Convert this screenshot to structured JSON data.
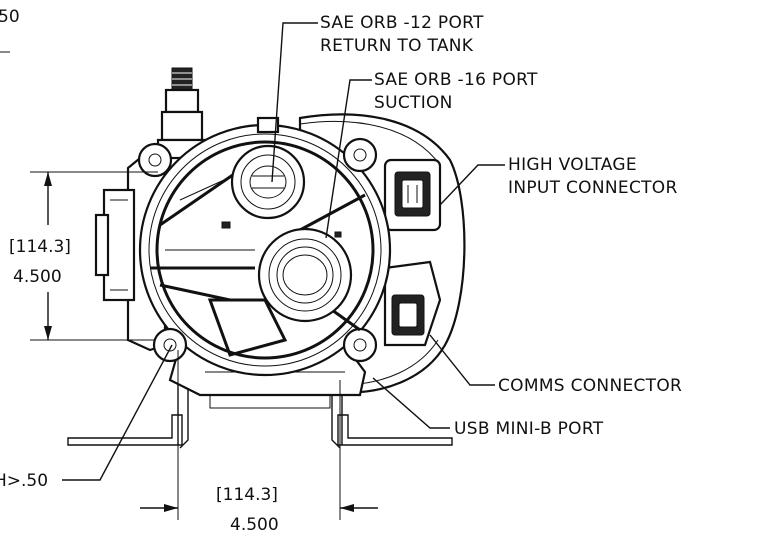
{
  "labels": {
    "return_port_line1": "SAE ORB -12 PORT",
    "return_port_line2": "RETURN TO TANK",
    "suction_port_line1": "SAE ORB -16 PORT",
    "suction_port_line2": "SUCTION",
    "hv_connector_line1": "HIGH VOLTAGE",
    "hv_connector_line2": "INPUT CONNECTOR",
    "comms_connector": "COMMS CONNECTOR",
    "usb_port": "USB MINI-B PORT"
  },
  "dimensions": {
    "vertical_metric": "[114.3]",
    "vertical_imperial": "4.500",
    "horizontal_metric": "[114.3]",
    "horizontal_imperial": "4.500",
    "hole_note_partial": "H>.50",
    "top_left_partial": "50"
  }
}
